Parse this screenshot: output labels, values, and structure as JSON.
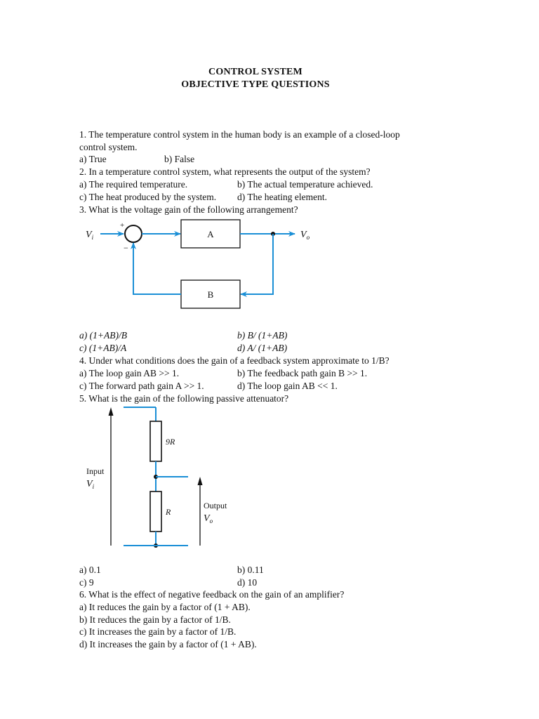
{
  "header": {
    "title_line1": "CONTROL SYSTEM",
    "title_line2": "OBJECTIVE TYPE QUESTIONS"
  },
  "q1": {
    "text_line1": "1. The temperature control system in the human body is an example of a closed-loop",
    "text_line2": "control system.",
    "opt_a": "a) True",
    "opt_b": "b) False"
  },
  "q2": {
    "text": "2. In a temperature control system, what represents the output of the system?",
    "opt_a": "a) The required temperature.",
    "opt_b": "b) The actual temperature achieved.",
    "opt_c": "c) The heat produced by the system.",
    "opt_d": "d) The heating element."
  },
  "q3": {
    "text": "3. What is the voltage gain of the following arrangement?",
    "diagram": {
      "input_label": "V",
      "input_sub": "i",
      "output_label": "V",
      "output_sub": "o",
      "plus": "+",
      "minus": "−",
      "block_a": "A",
      "block_b": "B"
    },
    "opt_a": "a) (1+AB)/B",
    "opt_b": "b) B/ (1+AB)",
    "opt_c": "c) (1+AB)/A",
    "opt_d": "d) A/ (1+AB)"
  },
  "q4": {
    "text": "4. Under what conditions does the gain of a feedback system approximate to 1/B?",
    "opt_a": "a) The loop gain AB >> 1.",
    "opt_b": "b) The feedback path gain B >> 1.",
    "opt_c": "c) The forward path gain A >> 1.",
    "opt_d": "d) The loop gain AB << 1."
  },
  "q5": {
    "text": "5. What is the gain of the following passive attenuator?",
    "diagram": {
      "r_top": "9R",
      "r_bottom": "R",
      "input_word": "Input",
      "input_label": "V",
      "input_sub": "i",
      "output_word": "Output",
      "output_label": "V",
      "output_sub": "o"
    },
    "opt_a": "a) 0.1",
    "opt_b": "b) 0.11",
    "opt_c": "c) 9",
    "opt_d": "d) 10"
  },
  "q6": {
    "text": "6. What is the effect of negative feedback on the gain of an amplifier?",
    "opt_a": "a) It reduces the gain by a factor of (1 + AB).",
    "opt_b": "b) It reduces the gain by a factor of 1/B.",
    "opt_c": "c) It increases the gain by a factor of 1/B.",
    "opt_d": "d) It increases the gain by a factor of (1 + AB)."
  },
  "colors": {
    "wire": "#1a8fd6",
    "ink": "#111111"
  }
}
